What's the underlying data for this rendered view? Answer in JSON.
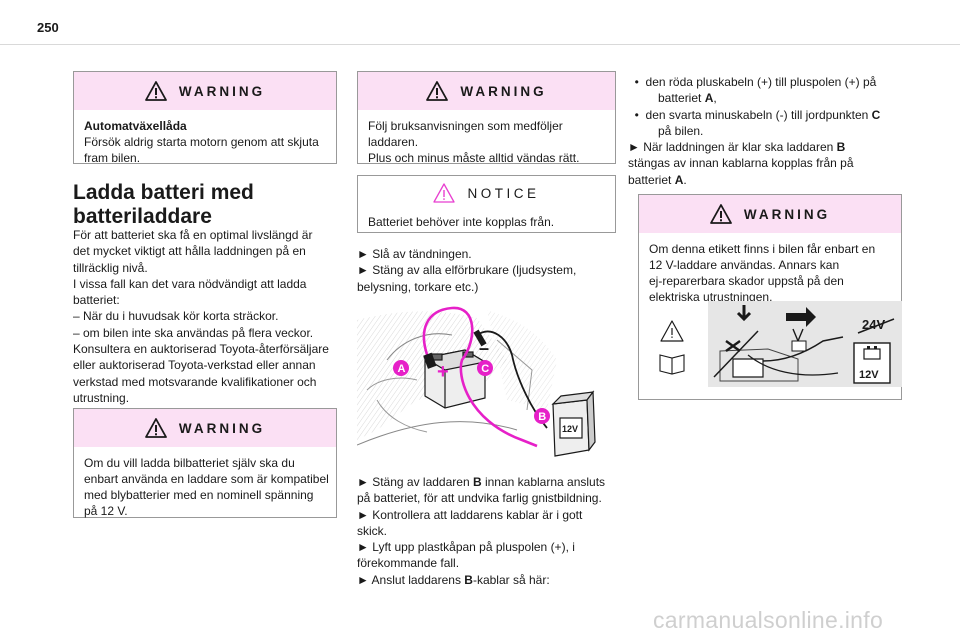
{
  "page": {
    "number": "250"
  },
  "col1": {
    "warning1": {
      "label": "WARNING",
      "title": "Automatväxellåda",
      "lines": [
        "Försök aldrig starta motorn genom att skjuta",
        "fram bilen."
      ]
    },
    "heading": [
      "Ladda batteri med",
      "batteriladdare"
    ],
    "para": [
      "För att batteriet ska få en optimal livslängd är",
      "det mycket viktigt att hålla laddningen på en",
      "tillräcklig nivå.",
      "I vissa fall kan det vara nödvändigt att ladda",
      "batteriet:",
      "–  När du i huvudsak kör korta sträckor.",
      "–  om bilen inte ska användas på flera veckor.",
      "Konsultera en auktoriserad Toyota-återförsäljare",
      "eller auktoriserad Toyota-verkstad eller annan",
      "verkstad med motsvarande kvalifikationer och",
      "utrustning."
    ],
    "warning2": {
      "label": "WARNING",
      "lines": [
        "Om du vill ladda bilbatteriet själv ska du",
        "enbart använda en laddare som är kompatibel",
        "med blybatterier med en nominell spänning",
        "på 12 V."
      ]
    }
  },
  "col2": {
    "warning": {
      "label": "WARNING",
      "lines": [
        "Följ bruksanvisningen som medföljer",
        "laddaren.",
        "Plus och minus måste alltid vändas rätt."
      ]
    },
    "notice": {
      "label": "NOTICE",
      "lines": [
        "Batteriet behöver inte kopplas från."
      ]
    },
    "steps1": [
      "►  Slå av tändningen.",
      "►  Stäng av alla elförbrukare (ljudsystem,",
      "belysning, torkare etc.)"
    ],
    "diagram": {
      "label_a": "A",
      "label_b": "B",
      "label_c": "C",
      "charger_text": "12V",
      "plus": "+",
      "minus": "–"
    },
    "steps2": [
      "►  Stäng av laddaren ",
      "B",
      " innan kablarna ansluts",
      "på batteriet, för att undvika farlig gnistbildning.",
      "►  Kontrollera att laddarens kablar är i gott",
      "skick.",
      "►  Lyft upp plastkåpan på pluspolen (+), i",
      "förekommande fall.",
      "►  Anslut laddarens ",
      "B",
      "-kablar så här:"
    ]
  },
  "col3": {
    "bullet1": {
      "pre": "den röda pluskabeln (+) till pluspolen (+) på",
      "line2_pre": "batteriet ",
      "line2_b": "A",
      "line2_post": ","
    },
    "bullet2": {
      "pre": "den svarta minuskabeln (-) till jordpunkten ",
      "b": "C",
      "line2": "på bilen."
    },
    "step": {
      "pre": "►  När laddningen är klar ska laddaren ",
      "b": "B",
      "line2": "stängas av innan kablarna kopplas från på",
      "line3_pre": "batteriet ",
      "line3_b": "A",
      "line3_post": "."
    },
    "warning": {
      "label": "WARNING",
      "lines": [
        "Om denna etikett finns i bilen får enbart en",
        "12 V-laddare användas. Annars kan",
        "ej-reparerbara skador uppstå på den",
        "elektriska utrustningen."
      ]
    },
    "label_image": {
      "v24": "24V",
      "v12": "12V"
    }
  },
  "footer": {
    "watermark": "carmanualsonline.info"
  },
  "colors": {
    "warning_bg": "#fbe0f4",
    "accent_pink": "#e620c8",
    "border": "#999999"
  }
}
